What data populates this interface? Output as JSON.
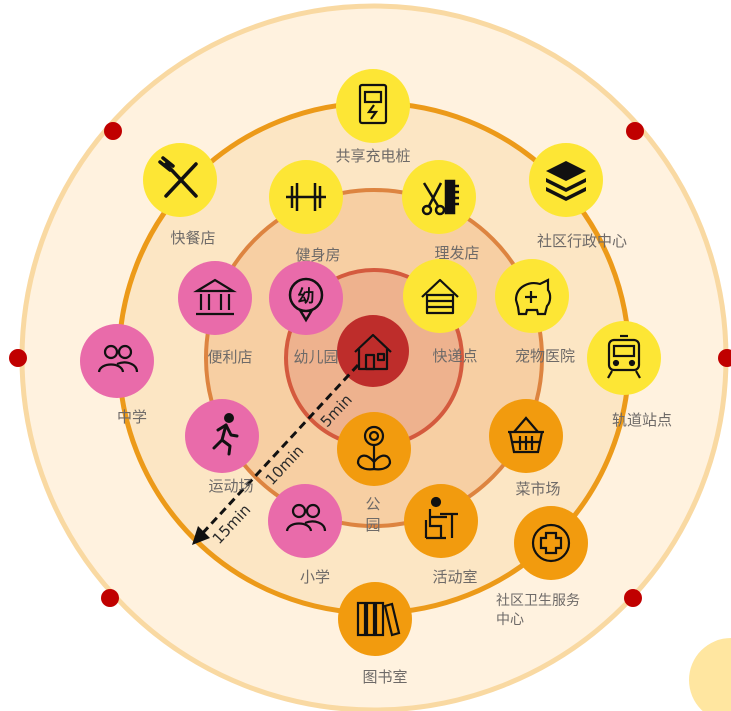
{
  "rings": [
    {
      "id": "ring-15min",
      "label": "15min"
    },
    {
      "id": "ring-10min",
      "label": "10min"
    },
    {
      "id": "ring-5min",
      "label": "5min"
    }
  ],
  "center": {
    "icon": "house-icon"
  },
  "facilities": [
    {
      "key": "charging",
      "label": "共享充电桩",
      "icon": "charging-station-icon",
      "color": "#FDE635"
    },
    {
      "key": "fastfood",
      "label": "快餐店",
      "icon": "fork-knife-icon",
      "color": "#FDE635"
    },
    {
      "key": "admin",
      "label": "社区行政中心",
      "icon": "layers-icon",
      "color": "#FDE635"
    },
    {
      "key": "gym",
      "label": "健身房",
      "icon": "dumbbell-icon",
      "color": "#FDE635"
    },
    {
      "key": "barber",
      "label": "理发店",
      "icon": "scissors-comb-icon",
      "color": "#FDE635"
    },
    {
      "key": "convenience",
      "label": "便利店",
      "icon": "bank-icon",
      "color": "#E96BAA"
    },
    {
      "key": "kindergarten",
      "label": "幼儿园",
      "icon": "kindergarten-icon",
      "color": "#E96BAA"
    },
    {
      "key": "express",
      "label": "快递点",
      "icon": "package-house-icon",
      "color": "#FDE635"
    },
    {
      "key": "pet",
      "label": "宠物医院",
      "icon": "pet-hospital-icon",
      "color": "#FDE635"
    },
    {
      "key": "metro",
      "label": "轨道站点",
      "icon": "train-icon",
      "color": "#FDE635"
    },
    {
      "key": "middle",
      "label": "中学",
      "icon": "people-icon",
      "color": "#E96BAA"
    },
    {
      "key": "sports",
      "label": "运动场",
      "icon": "runner-icon",
      "color": "#E96BAA"
    },
    {
      "key": "park",
      "label": "公园",
      "icon": "park-icon",
      "color": "#F29B0E"
    },
    {
      "key": "market",
      "label": "菜市场",
      "icon": "basket-icon",
      "color": "#F29B0E"
    },
    {
      "key": "primary",
      "label": "小学",
      "icon": "people-icon",
      "color": "#E96BAA"
    },
    {
      "key": "activity",
      "label": "活动室",
      "icon": "desk-person-icon",
      "color": "#F29B0E"
    },
    {
      "key": "health",
      "label": "社区卫生服务中心",
      "icon": "medical-cross-icon",
      "color": "#F29B0E"
    },
    {
      "key": "library",
      "label": "图书室",
      "icon": "books-icon",
      "color": "#F29B0E"
    }
  ],
  "colors": {
    "outer_fill": "#FFF2DF",
    "outer_stroke": "#F9D9A2",
    "ring15_fill": "#FCE6C4",
    "ring15_stroke": "#EC9A19",
    "ring10_fill": "#F7CFA3",
    "ring10_stroke": "#DD8440",
    "ring5_fill": "#EEB28E",
    "ring5_stroke": "#D45A3E",
    "center": "#BE2D2B",
    "marker": "#C00000"
  }
}
